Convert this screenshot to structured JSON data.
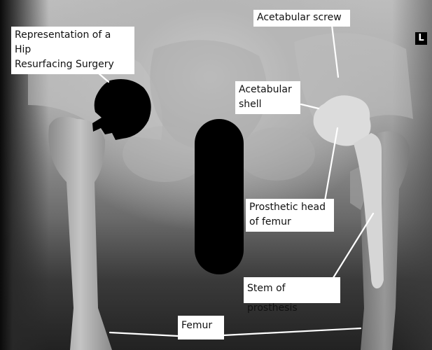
{
  "image": {
    "subject": "Pelvis X-ray with hip prosthesis (AP view)",
    "orientation_marker": "L"
  },
  "labels": {
    "title": "Representation of a Hip\nResurfacing Surgery",
    "acetabular_screw": "Acetabular screw",
    "acetabular_shell": "Acetabular\nshell",
    "prosthetic_head": "Prosthetic head\nof femur",
    "stem": "Stem of prosthesis",
    "femur": "Femur"
  },
  "colors": {
    "label_bg": "#ffffff",
    "label_text": "#111111",
    "leader_line": "#ffffff",
    "redaction": "#000000",
    "prosthesis": "#e2e2e2"
  }
}
